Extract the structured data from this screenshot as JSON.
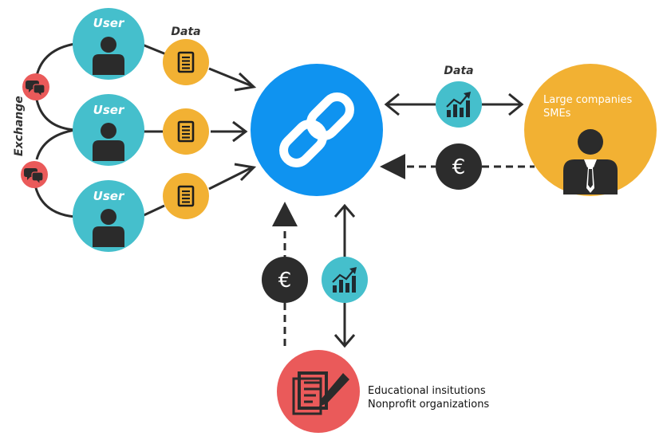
{
  "users": [
    {
      "label": "User"
    },
    {
      "label": "User"
    },
    {
      "label": "User"
    }
  ],
  "labels": {
    "data_left": "Data",
    "data_right": "Data",
    "exchange": "Exchange",
    "euro_symbol": "€"
  },
  "companies": {
    "line1": "Large companies",
    "line2": "SMEs"
  },
  "organizations": {
    "line1": "Educational insitutions",
    "line2": "Nonprofit organizations"
  },
  "colors": {
    "teal": "#45bfcc",
    "blue": "#0f93f0",
    "orange": "#f2b133",
    "red": "#ea5a5a",
    "dark": "#2c2c2c"
  }
}
